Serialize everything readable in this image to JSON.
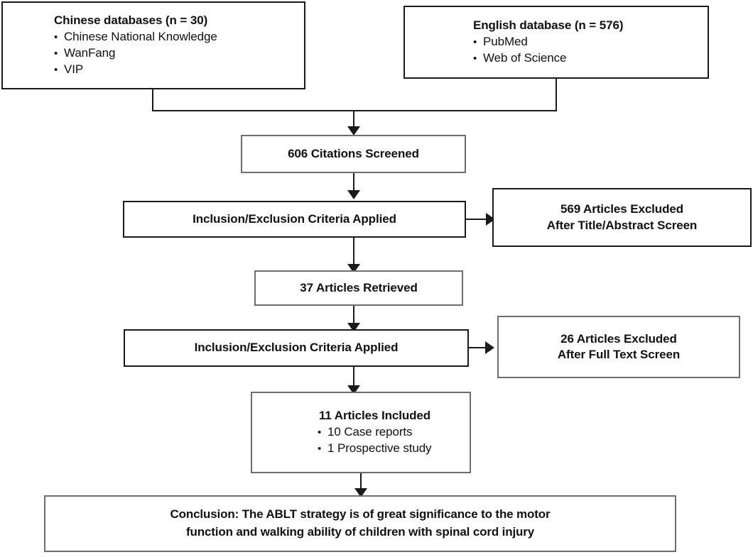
{
  "diagram": {
    "type": "prisma-flow-diagram",
    "colors": {
      "border_black": "#1a1a1a",
      "border_gray": "#6d6d6d",
      "text": "#111111",
      "background": "#ffffff"
    },
    "sources": {
      "chinese": {
        "title": "Chinese databases (n = 30)",
        "items": [
          "Chinese National Knowledge",
          "WanFang",
          "VIP"
        ]
      },
      "english": {
        "title": "English database (n = 576)",
        "items": [
          "PubMed",
          "Web of Science"
        ]
      }
    },
    "steps": {
      "screened": "606 Citations Screened",
      "criteria_first": "Inclusion/Exclusion Criteria Applied",
      "excluded_first_line1": "569 Articles Excluded",
      "excluded_first_line2": "After Title/Abstract Screen",
      "retrieved": "37 Articles Retrieved",
      "criteria_second": "Inclusion/Exclusion Criteria Applied",
      "excluded_second_line1": "26 Articles Excluded",
      "excluded_second_line2": "After Full Text Screen",
      "included": {
        "title": "11 Articles Included",
        "items": [
          "10 Case reports",
          "1 Prospective study"
        ]
      }
    },
    "conclusion": {
      "line1": "Conclusion: The ABLT strategy is of great significance to the motor",
      "line2": "function and walking ability of children with spinal cord injury"
    }
  }
}
